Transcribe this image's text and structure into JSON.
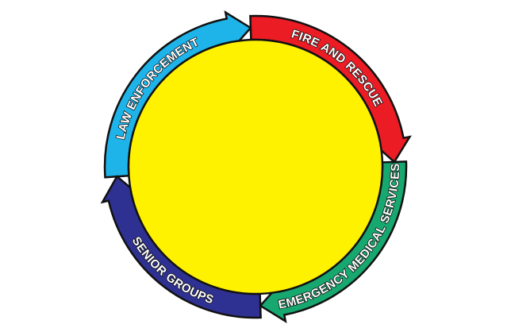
{
  "diagram": {
    "center_fill": "#fff200",
    "outline_color": "#111111",
    "label_color": "#ffffff",
    "segments": [
      {
        "id": "law-enforcement",
        "label": "LAW ENFORCEMENT",
        "color": "#1eb4ea"
      },
      {
        "id": "fire-and-rescue",
        "label": "FIRE AND RESCUE",
        "color": "#ec1c24"
      },
      {
        "id": "emergency-medical-services",
        "label": "EMERGENCY MEDICAL SERVICES",
        "color": "#17a870"
      },
      {
        "id": "senior-groups",
        "label": "SENIOR GROUPS",
        "color": "#2e3192"
      }
    ]
  }
}
